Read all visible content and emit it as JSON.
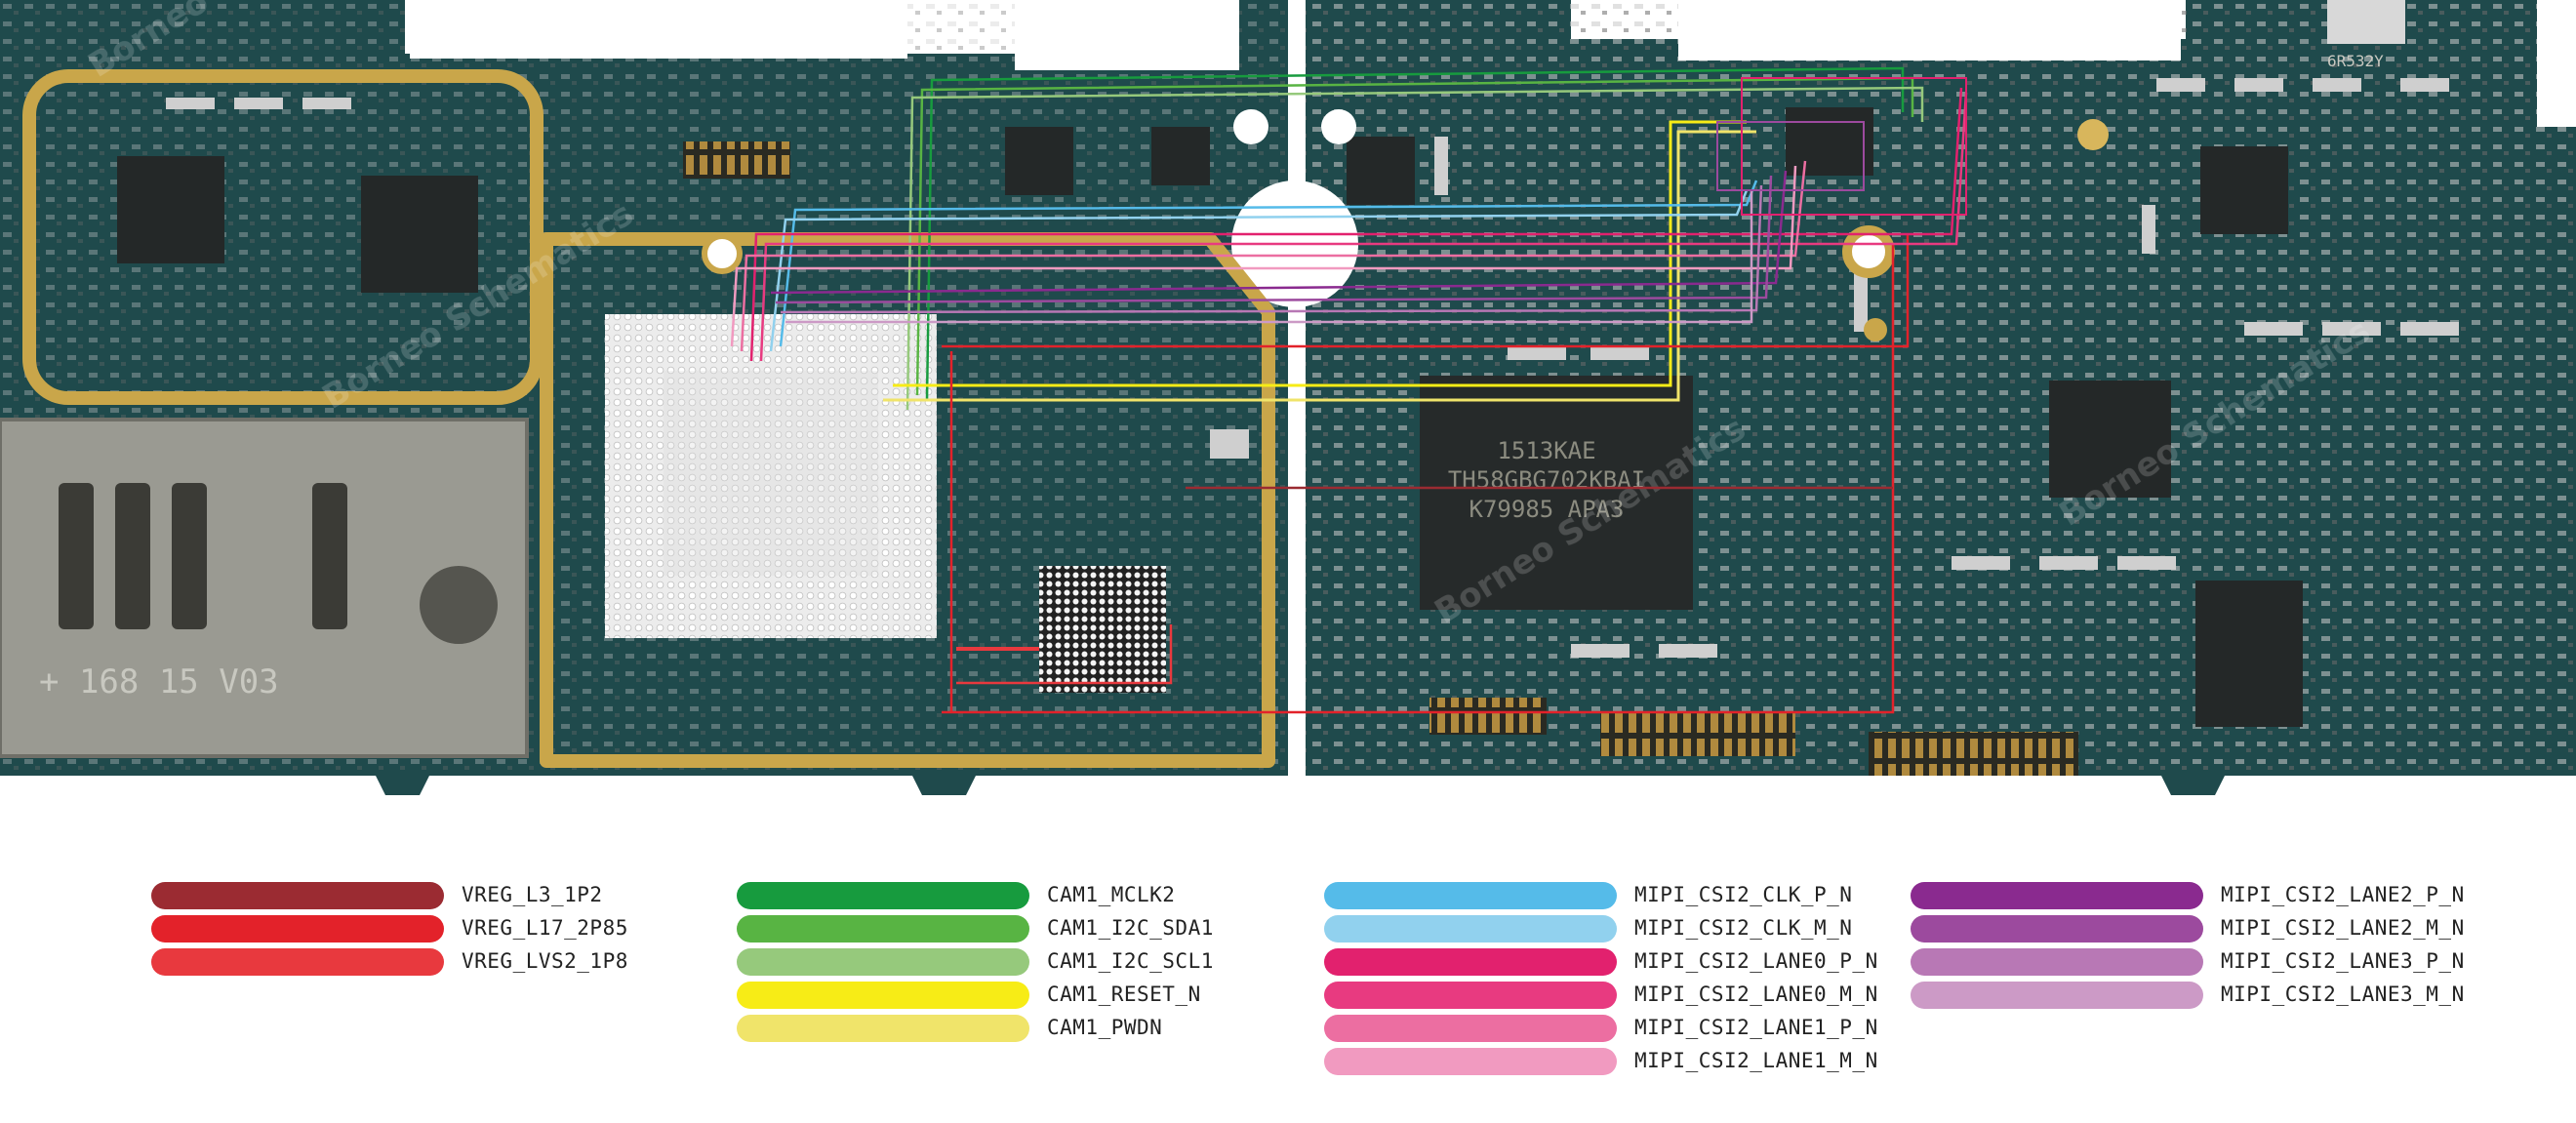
{
  "board": {
    "image": "pcb-board-photo",
    "watermark": "Borneo Schematics",
    "chip_markings": [
      "1513KAE",
      "TH58GBG702KBAI",
      "K79985 APA3"
    ],
    "sim_tray_text": "+ 168 15 V03",
    "qr_label": "6R532Y"
  },
  "legend": {
    "columns": [
      [
        {
          "label": "VREG_L3_1P2",
          "color": "#9b2b32"
        },
        {
          "label": "VREG_L17_2P85",
          "color": "#e3222a"
        },
        {
          "label": "VREG_LVS2_1P8",
          "color": "#e8393e"
        }
      ],
      [
        {
          "label": "CAM1_MCLK2",
          "color": "#179b3e"
        },
        {
          "label": "CAM1_I2C_SDA1",
          "color": "#58b443"
        },
        {
          "label": "CAM1_I2C_SCL1",
          "color": "#96c97c"
        },
        {
          "label": "CAM1_RESET_N",
          "color": "#f7ec16"
        },
        {
          "label": "CAM1_PWDN",
          "color": "#f0e46a"
        }
      ],
      [
        {
          "label": "MIPI_CSI2_CLK_P_N",
          "color": "#55bbe9"
        },
        {
          "label": "MIPI_CSI2_CLK_M_N",
          "color": "#91d1ee"
        },
        {
          "label": "MIPI_CSI2_LANE0_P_N",
          "color": "#e2216e"
        },
        {
          "label": "MIPI_CSI2_LANE0_M_N",
          "color": "#e83a80"
        },
        {
          "label": "MIPI_CSI2_LANE1_P_N",
          "color": "#ec6ea1"
        },
        {
          "label": "MIPI_CSI2_LANE1_M_N",
          "color": "#f19ac0"
        }
      ],
      [
        {
          "label": "MIPI_CSI2_LANE2_P_N",
          "color": "#8a2a8f"
        },
        {
          "label": "MIPI_CSI2_LANE2_M_N",
          "color": "#9c4a9e"
        },
        {
          "label": "MIPI_CSI2_LANE3_P_N",
          "color": "#b878b5"
        },
        {
          "label": "MIPI_CSI2_LANE3_M_N",
          "color": "#cc9ac6"
        }
      ]
    ]
  }
}
